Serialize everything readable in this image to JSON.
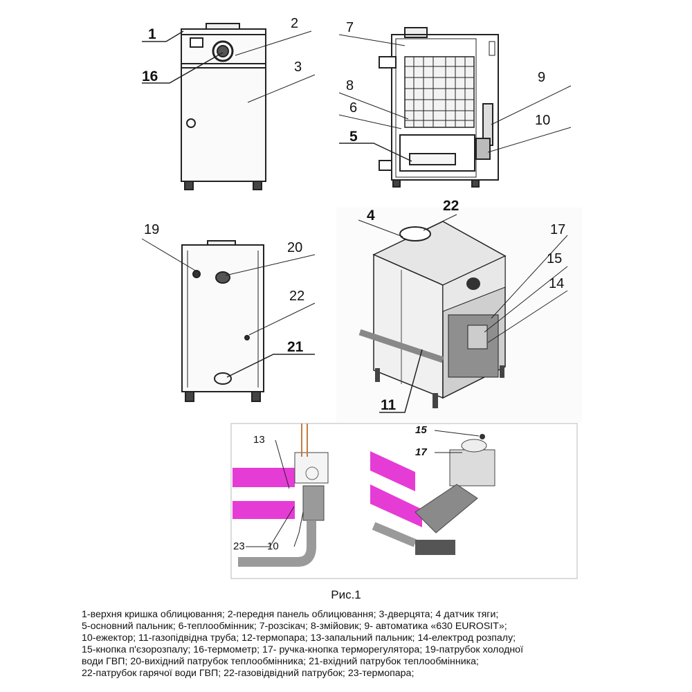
{
  "labels": {
    "l1": "1",
    "l2": "2",
    "l3": "3",
    "l4": "4",
    "l5": "5",
    "l6": "6",
    "l7": "7",
    "l8": "8",
    "l9": "9",
    "l10": "10",
    "l11": "11",
    "l14": "14",
    "l15": "15",
    "l16": "16",
    "l17": "17",
    "l19": "19",
    "l20": "20",
    "l21": "21",
    "l22a": "22",
    "l22b": "22",
    "d13": "13",
    "d23": "23",
    "d10": "10",
    "d15": "15",
    "d17": "17"
  },
  "caption": "Рис.1",
  "legend": [
    "1-верхня кришка облицювання; 2-передня панель облицювання; 3-дверцята; 4 датчик тяги;",
    "5-основний пальник; 6-теплообмінник; 7-розсікач; 8-змійовик; 9- автоматика «630 EUROSIT»;",
    "10-ежектор; 11-газопідвідна труба; 12-термопара; 13-запальний пальник; 14-електрод розпалу;",
    "15-кнопка п'єзорозпалу; 16-термометр; 17- ручка-кнопка терморегулятора; 19-патрубок холодної",
    "води ГВП; 20-вихідний патрубок теплообмінника; 21-вхідний патрубок теплообмінника;",
    "22-патрубок гарячої води ГВП; 22-газовідвідний патрубок; 23-термопара;"
  ],
  "colors": {
    "pipe": "#e63cd6",
    "panel": "#9a9a9a",
    "line": "#222222"
  }
}
